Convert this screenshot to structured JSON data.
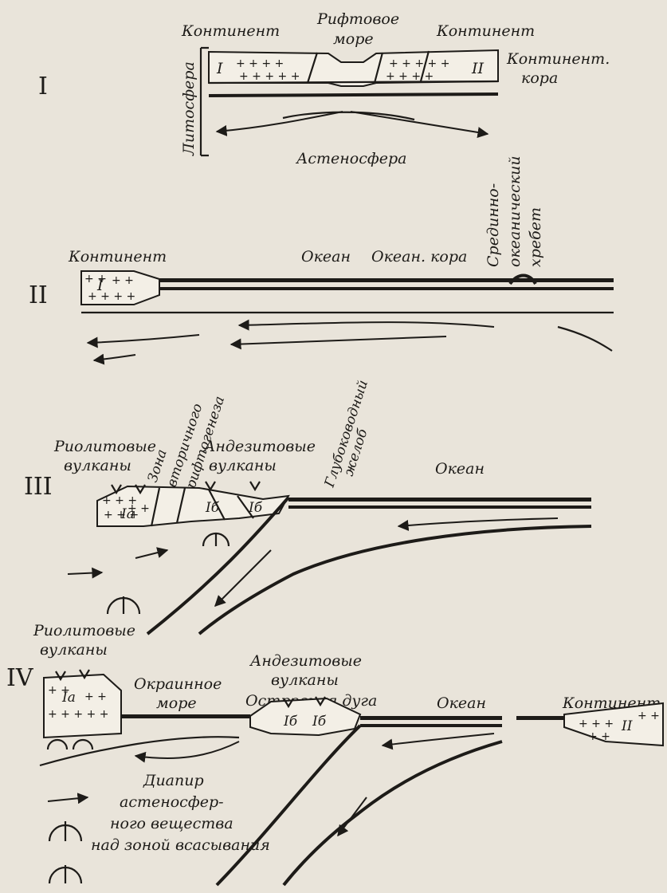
{
  "stages": [
    {
      "numeral": "I",
      "labels": {
        "continent_left": "Континент",
        "rift_sea_1": "Рифтовое",
        "rift_sea_2": "море",
        "continent_right": "Континент",
        "cont_crust_1": "Континент.",
        "cont_crust_2": "кора",
        "lithosphere": "Литосфера",
        "asthenosphere": "Астеносфера",
        "block_left": "I",
        "block_right": "II"
      }
    },
    {
      "numeral": "II",
      "labels": {
        "continent": "Континент",
        "ocean": "Океан",
        "ocean_crust": "Океан. кора",
        "ridge_1": "Срединно-",
        "ridge_2": "океанический",
        "ridge_3": "хребет",
        "block": "I"
      }
    },
    {
      "numeral": "III",
      "labels": {
        "rhyolite_1": "Риолитовые",
        "rhyolite_2": "вулканы",
        "zone_1": "Зона",
        "zone_2": "вторичного",
        "zone_3": "рифтогенеза",
        "andesite_1": "Андезитовые",
        "andesite_2": "вулканы",
        "trench_1": "Глубоководный",
        "trench_2": "желоб",
        "ocean": "Океан",
        "block_a": "Iа",
        "block_b1": "Iб",
        "block_b2": "Iб"
      }
    },
    {
      "numeral": "IV",
      "labels": {
        "rhyolite_1": "Риолитовые",
        "rhyolite_2": "вулканы",
        "marginal_1": "Окраинное",
        "marginal_2": "море",
        "andesite_1": "Андезитовые",
        "andesite_2": "вулканы",
        "island_arc": "Островная дуга",
        "ocean": "Океан",
        "continent": "Континент",
        "diapir_1": "Диапир",
        "diapir_2": "астеносфер-",
        "diapir_3": "ного вещества",
        "diapir_4": "над зоной всасывания",
        "block_a": "Iа",
        "block_b1": "Iб",
        "block_b2": "Iб",
        "block_c": "II"
      }
    }
  ]
}
